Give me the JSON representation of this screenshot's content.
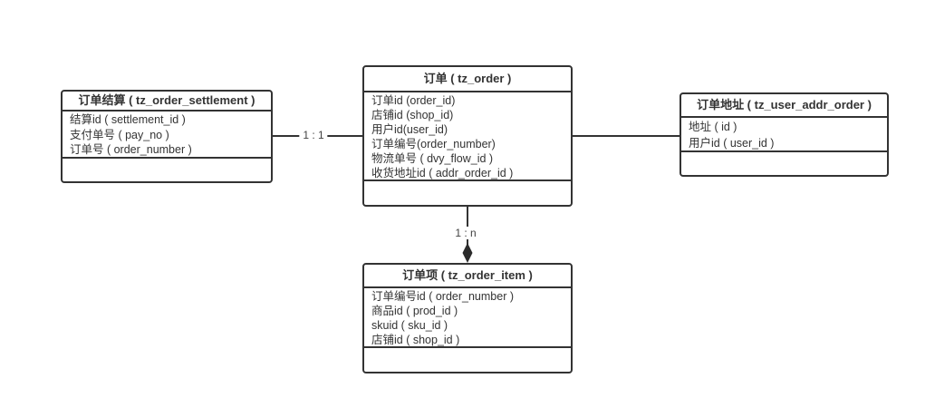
{
  "diagram": {
    "type": "entity-relationship",
    "colors": {
      "background": "#ffffff",
      "border": "#333333",
      "text": "#333333",
      "relation_label_text": "#424242",
      "diamond_fill": "#2b2b2b"
    }
  },
  "entities": [
    {
      "id": "tz_order_settlement",
      "title": "订单结算 ( tz_order_settlement )",
      "fields": [
        "结算id ( settlement_id )",
        "支付单号 ( pay_no )",
        "订单号 ( order_number )"
      ]
    },
    {
      "id": "tz_order",
      "title": "订单 ( tz_order )",
      "fields": [
        "订单id (order_id)",
        "店铺id (shop_id)",
        "用户id(user_id)",
        "订单编号(order_number)",
        "物流单号 ( dvy_flow_id )",
        "收货地址id ( addr_order_id )"
      ]
    },
    {
      "id": "tz_user_addr_order",
      "title": "订单地址 ( tz_user_addr_order )",
      "fields": [
        "地址 ( id )",
        "用户id ( user_id )"
      ]
    },
    {
      "id": "tz_order_item",
      "title": "订单项 ( tz_order_item )",
      "fields": [
        "订单编号id ( order_number )",
        "商品id ( prod_id )",
        "skuid ( sku_id )",
        "店铺id ( shop_id )"
      ]
    }
  ],
  "relationships": [
    {
      "from": "tz_order_settlement",
      "to": "tz_order",
      "label": "1 : 1"
    },
    {
      "from": "tz_order",
      "to": "tz_user_addr_order",
      "label": ""
    },
    {
      "from": "tz_order",
      "to": "tz_order_item",
      "label": "1 : n",
      "arrow": "filled-diamond"
    }
  ]
}
